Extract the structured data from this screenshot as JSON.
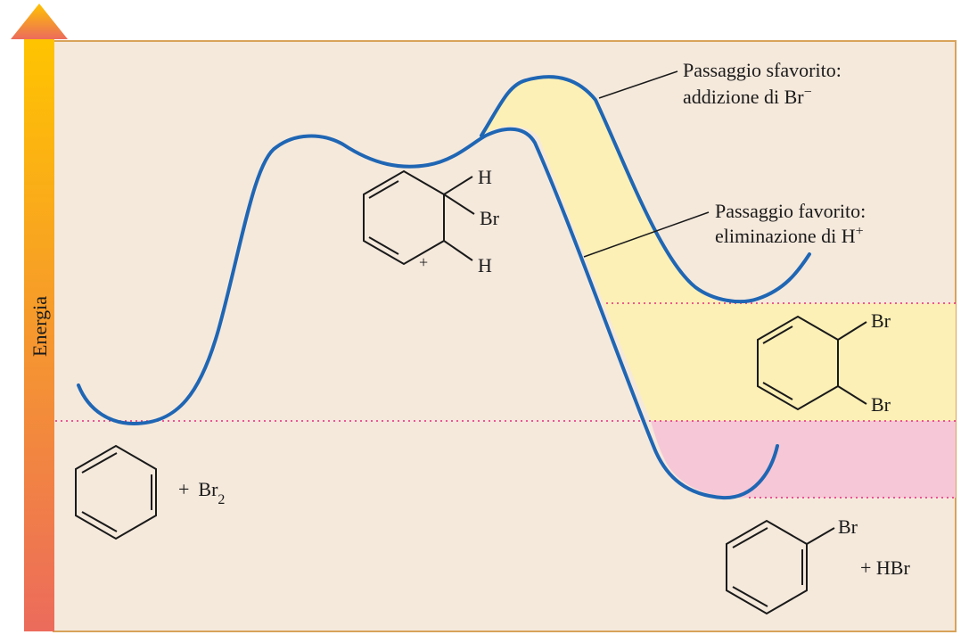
{
  "axis": {
    "label": "Energia"
  },
  "annotations": {
    "unfavored_line1": "Passaggio sfavorito:",
    "unfavored_line2_main": "addizione di Br",
    "unfavored_line2_sup": "−",
    "favored_line1": "Passaggio favorito:",
    "favored_line2_main": "eliminazione di H",
    "favored_line2_sup": "+"
  },
  "reactants": {
    "plus": "+",
    "species": "Br",
    "subscript": "2"
  },
  "intermediate": {
    "h_top": "H",
    "br": "Br",
    "h_bottom": "H",
    "charge": "+"
  },
  "addition_product": {
    "br_top": "Br",
    "br_bottom": "Br"
  },
  "substitution_product": {
    "br": "Br",
    "byproduct": "+ HBr"
  },
  "colors": {
    "background": "#f5e9dc",
    "frame": "#d8a35a",
    "curve": "#1f66b4",
    "band_yellow": "#fcf0b6",
    "band_pink": "#f6c7d6",
    "dotted": "#e6287f",
    "arrow_top": "#ffc400",
    "arrow_bottom": "#ec6b5c"
  }
}
